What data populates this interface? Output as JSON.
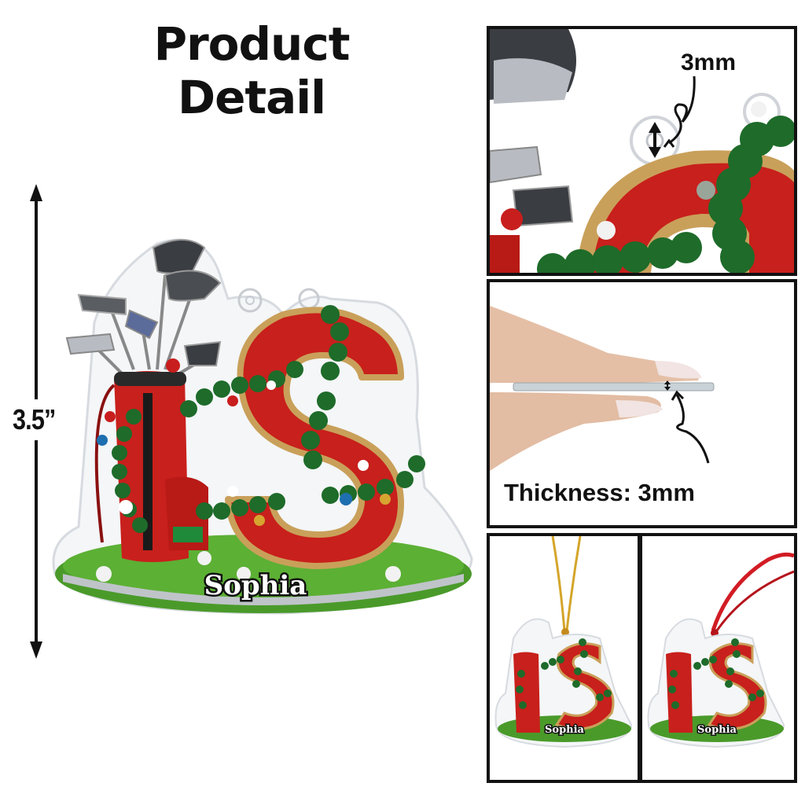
{
  "header": {
    "title": "Product Detail"
  },
  "dimension": {
    "height_label": "3.5”",
    "icon": "double-arrow-vertical"
  },
  "main_product": {
    "name_text": "Sophia",
    "letter": "S",
    "description": "Acrylic golf-themed Christmas ornament with letter S, red golf bag and clubs on grass base"
  },
  "panels": [
    {
      "id": "hole-detail",
      "label": "3mm",
      "icon": "double-arrow-vertical"
    },
    {
      "id": "thickness-detail",
      "label": "Thickness: 3mm",
      "icon": "double-arrow-vertical"
    },
    {
      "id": "gold-string-variant",
      "name_text": "Sophia",
      "hanger": "gold string"
    },
    {
      "id": "red-ribbon-variant",
      "name_text": "Sophia",
      "hanger": "red ribbon"
    }
  ],
  "colors": {
    "red": "#c8201c",
    "green": "#1e6b2a",
    "gold": "#c9a05a",
    "grass": "#4a9a2a",
    "border": "#121212"
  }
}
